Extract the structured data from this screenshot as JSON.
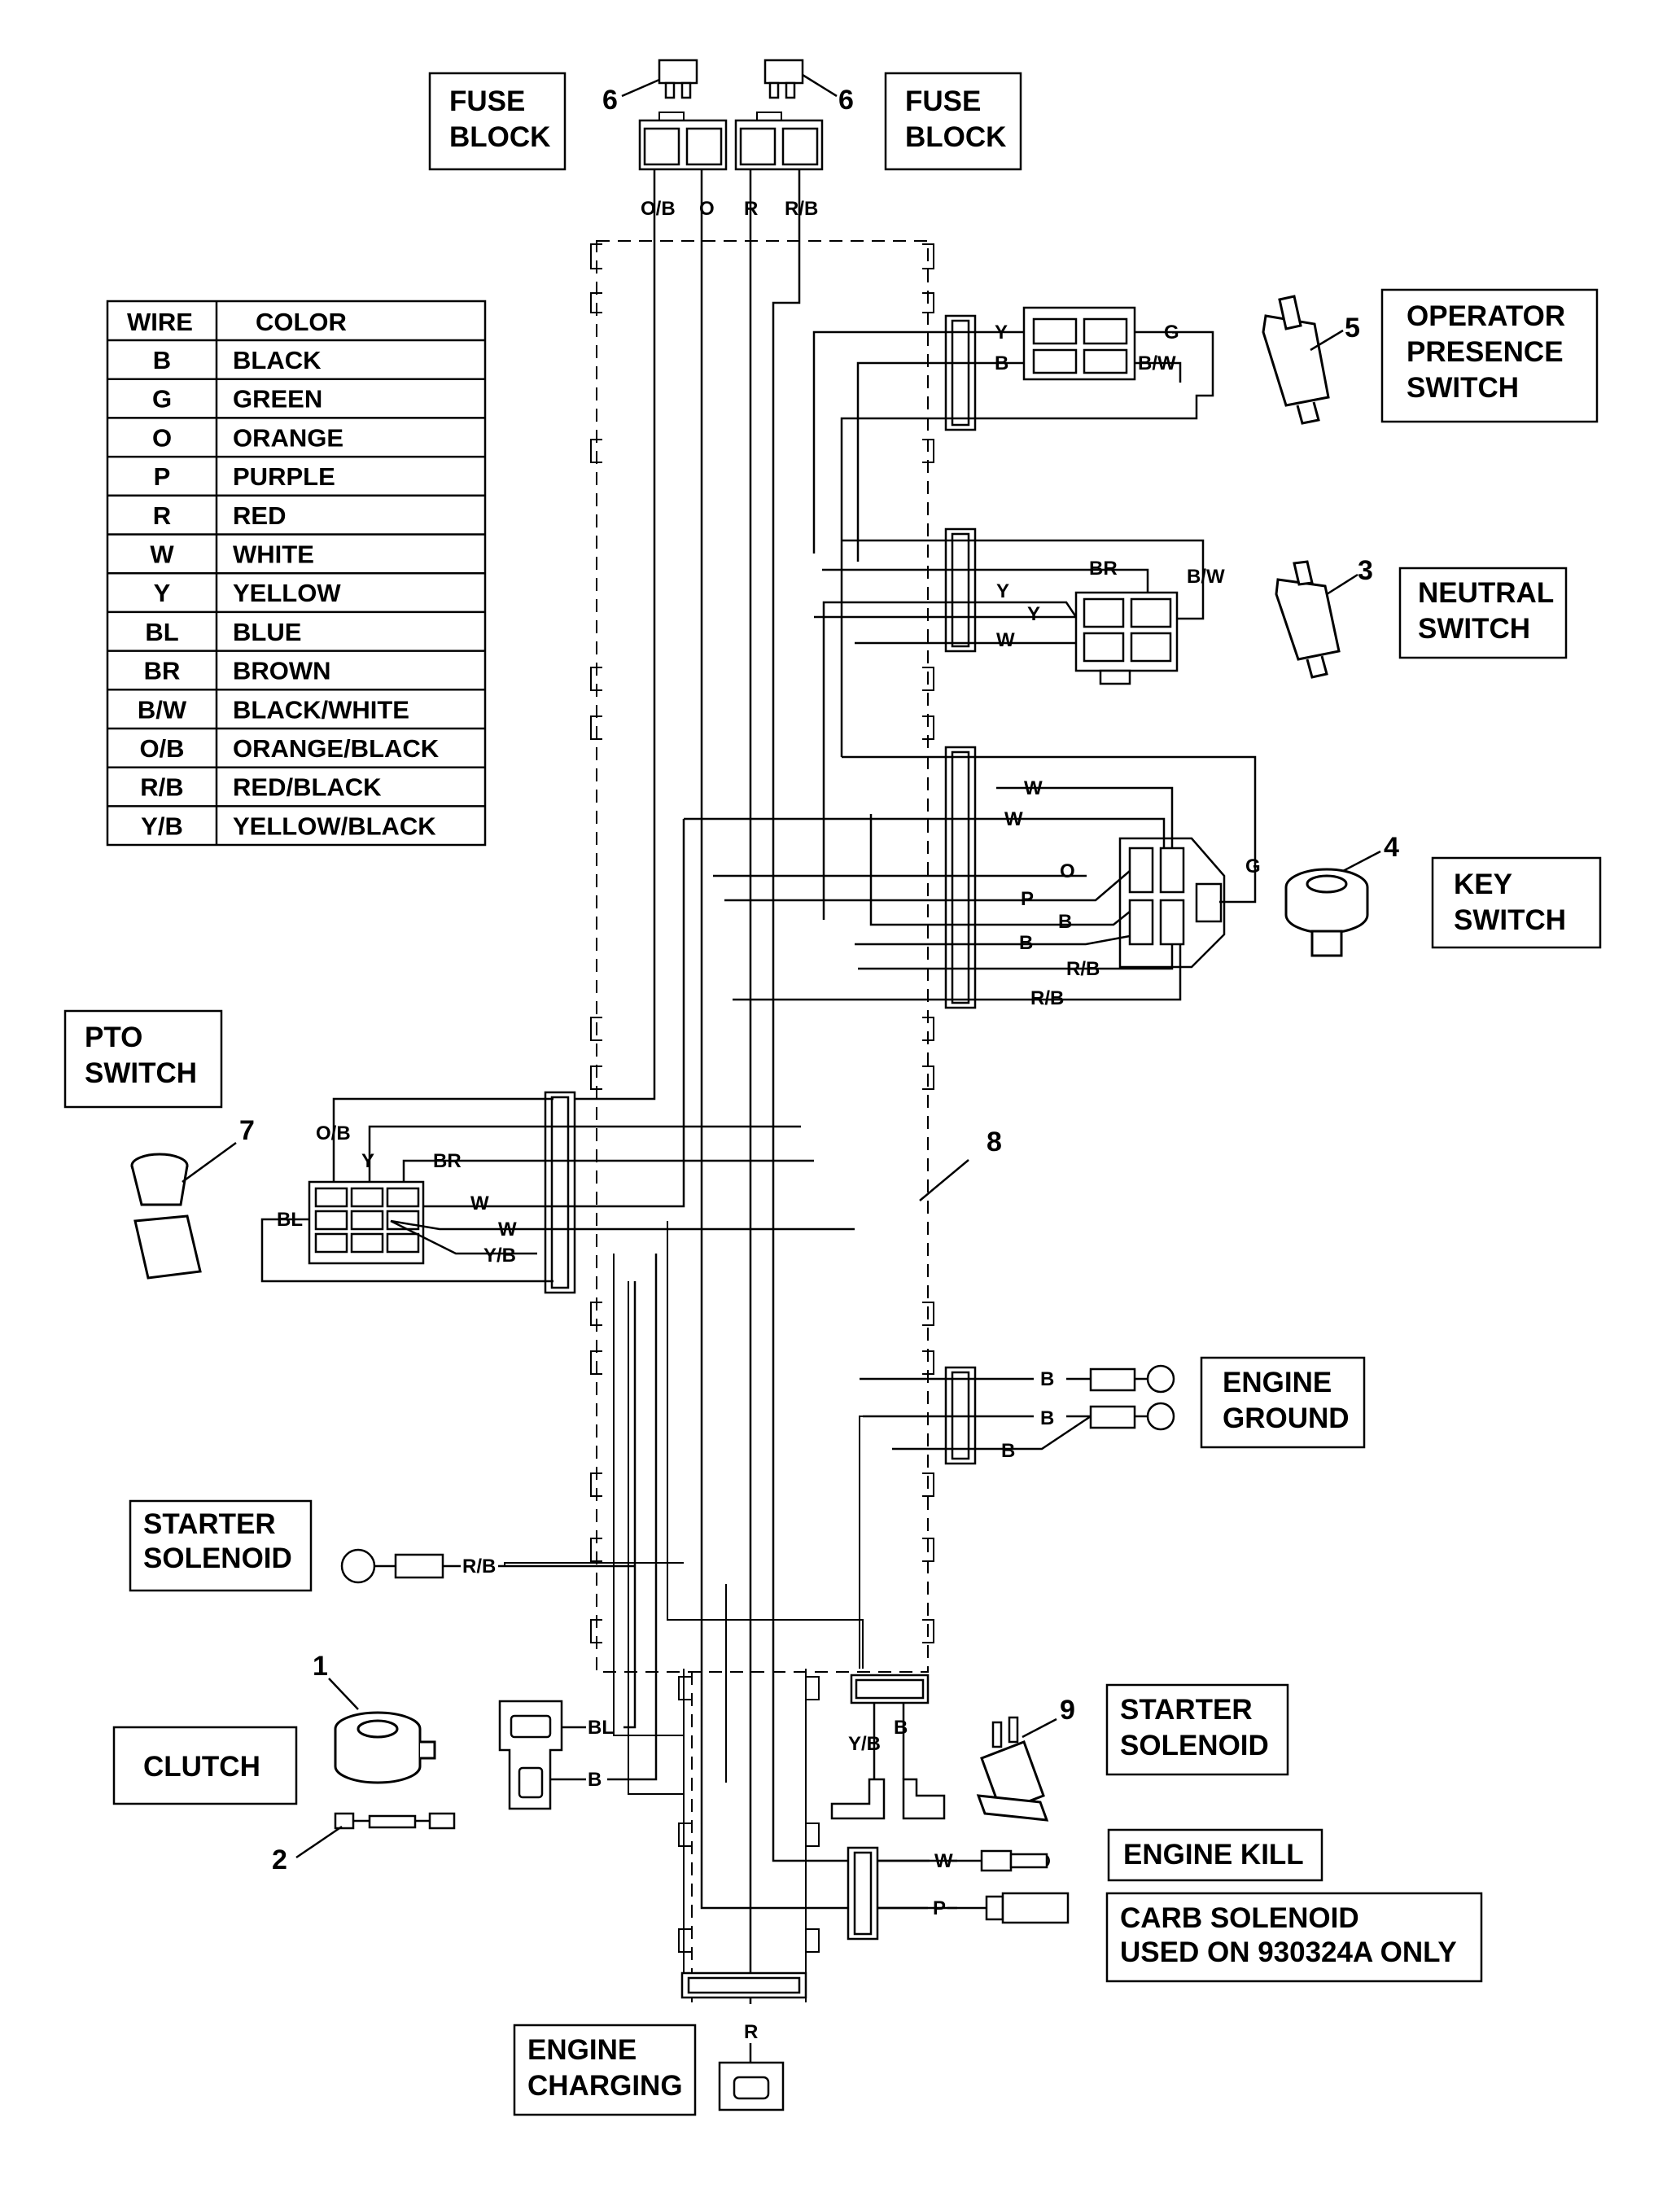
{
  "color_table": {
    "header_wire": "WIRE",
    "header_color": "COLOR",
    "rows": [
      {
        "code": "B",
        "color": "BLACK"
      },
      {
        "code": "G",
        "color": "GREEN"
      },
      {
        "code": "O",
        "color": "ORANGE"
      },
      {
        "code": "P",
        "color": "PURPLE"
      },
      {
        "code": "R",
        "color": "RED"
      },
      {
        "code": "W",
        "color": "WHITE"
      },
      {
        "code": "Y",
        "color": "YELLOW"
      },
      {
        "code": "BL",
        "color": "BLUE"
      },
      {
        "code": "BR",
        "color": "BROWN"
      },
      {
        "code": "B/W",
        "color": "BLACK/WHITE"
      },
      {
        "code": "O/B",
        "color": "ORANGE/BLACK"
      },
      {
        "code": "R/B",
        "color": "RED/BLACK"
      },
      {
        "code": "Y/B",
        "color": "YELLOW/BLACK"
      }
    ]
  },
  "labels": {
    "fuse_block_left": [
      "FUSE",
      "BLOCK"
    ],
    "fuse_block_right": [
      "FUSE",
      "BLOCK"
    ],
    "operator_presence": [
      "OPERATOR",
      "PRESENCE",
      "SWITCH"
    ],
    "neutral_switch": [
      "NEUTRAL",
      "SWITCH"
    ],
    "key_switch": [
      "KEY",
      "SWITCH"
    ],
    "pto_switch": [
      "PTO",
      "SWITCH"
    ],
    "engine_ground": [
      "ENGINE",
      "GROUND"
    ],
    "starter_solenoid_left": [
      "STARTER",
      "SOLENOID"
    ],
    "starter_solenoid_right": [
      "STARTER",
      "SOLENOID"
    ],
    "clutch": "CLUTCH",
    "engine_kill": "ENGINE KILL",
    "carb_solenoid": [
      "CARB SOLENOID",
      "USED ON 930324A ONLY"
    ],
    "engine_charging": [
      "ENGINE",
      "CHARGING"
    ]
  },
  "callouts": {
    "n1": "1",
    "n2": "2",
    "n3": "3",
    "n4": "4",
    "n5": "5",
    "n6a": "6",
    "n6b": "6",
    "n7": "7",
    "n8": "8",
    "n9": "9"
  },
  "wire_codes": {
    "fuse_ob": "O/B",
    "fuse_o": "O",
    "fuse_r": "R",
    "fuse_rb": "R/B",
    "ops_y": "Y",
    "ops_b": "B",
    "ops_g": "G",
    "ops_bw": "B/W",
    "ns_br": "BR",
    "ns_y1": "Y",
    "ns_y2": "Y",
    "ns_w": "W",
    "ns_bw": "B/W",
    "ks_w1": "W",
    "ks_w2": "W",
    "ks_o": "O",
    "ks_p": "P",
    "ks_b1": "B",
    "ks_b2": "B",
    "ks_rb1": "R/B",
    "ks_rb2": "R/B",
    "ks_g": "G",
    "pto_ob": "O/B",
    "pto_y": "Y",
    "pto_br": "BR",
    "pto_w1": "W",
    "pto_bl": "BL",
    "pto_w2": "W",
    "pto_yb": "Y/B",
    "eg_b1": "B",
    "eg_b2": "B",
    "eg_b3": "B",
    "ss_rb": "R/B",
    "cl_bl": "BL",
    "cl_b": "B",
    "ss2_yb": "Y/B",
    "ss2_b": "B",
    "ek_w": "W",
    "carb_p": "P",
    "ch_r": "R"
  }
}
